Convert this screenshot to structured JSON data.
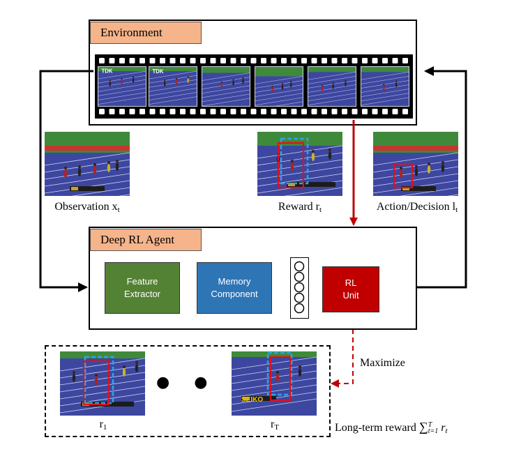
{
  "environment": {
    "title": "Environment",
    "frame_count": 6
  },
  "captions": {
    "observation": "Observation x",
    "observation_sub": "t",
    "reward": "Reward r",
    "reward_sub": "t",
    "action": "Action/Decision l",
    "action_sub": "t"
  },
  "agent": {
    "title": "Deep RL Agent",
    "feature_extractor": "Feature\nExtractor",
    "memory_component": "Memory\nComponent",
    "rl_unit": "RL\nUnit"
  },
  "maximize_label": "Maximize",
  "long_term": {
    "r1_label": "r",
    "r1_sub": "1",
    "rT_label": "r",
    "rT_sub": "T",
    "text": "Long-term reward",
    "formula": "∑",
    "formula_sup": "T",
    "formula_sub": "t=1",
    "formula_tail": "r",
    "formula_tail_sub": "t",
    "ellipsis": "● ● ●"
  },
  "colors": {
    "tab": "#f5b48a",
    "feature_extractor": "#548235",
    "memory_component": "#2e75b6",
    "rl_unit": "#c00000",
    "red_arrow": "#c00000",
    "blue_arrow": "#2e75b6",
    "green_arrow": "#548235"
  },
  "thumb_texts": {
    "seiko": "SEIKO",
    "tdk": "TDK"
  }
}
